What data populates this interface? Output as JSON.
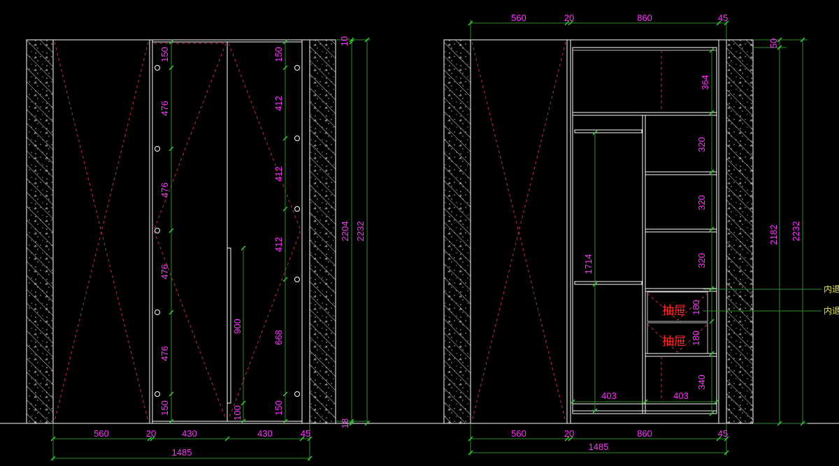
{
  "colors": {
    "background": "#000000",
    "lines": "#ffffff",
    "dimension_line": "#2e8b2e",
    "dimension_text": "#ff33ff",
    "note_text": "#e8e84a",
    "drawer_text": "#ff2b2b",
    "center_x": "#c0304a"
  },
  "left_elevation": {
    "bottom_dims": [
      "560",
      "20",
      "430",
      "430",
      "45"
    ],
    "total_width": "1485",
    "door_left_dims": [
      "150",
      "476",
      "476",
      "476",
      "476",
      "150"
    ],
    "door_right_dims": [
      "150",
      "412",
      "412",
      "412",
      "668",
      "150"
    ],
    "handle_height": "900",
    "handle_bottom": "100",
    "right_dims": [
      "10",
      "2204",
      "2232",
      "18"
    ]
  },
  "right_elevation": {
    "top_dims": [
      "560",
      "20",
      "860",
      "45"
    ],
    "bottom_dims": [
      "560",
      "20",
      "860",
      "45"
    ],
    "total_width": "1485",
    "interior_dims": [
      "364",
      "320",
      "320",
      "320",
      "180",
      "180",
      "340"
    ],
    "hanging_height": "1714",
    "drawer_widths": [
      "403",
      "403"
    ],
    "drawer_label": "抽屉",
    "note_1": "内退",
    "note_2": "内退",
    "right_dims": [
      "50",
      "2182",
      "2232"
    ]
  }
}
